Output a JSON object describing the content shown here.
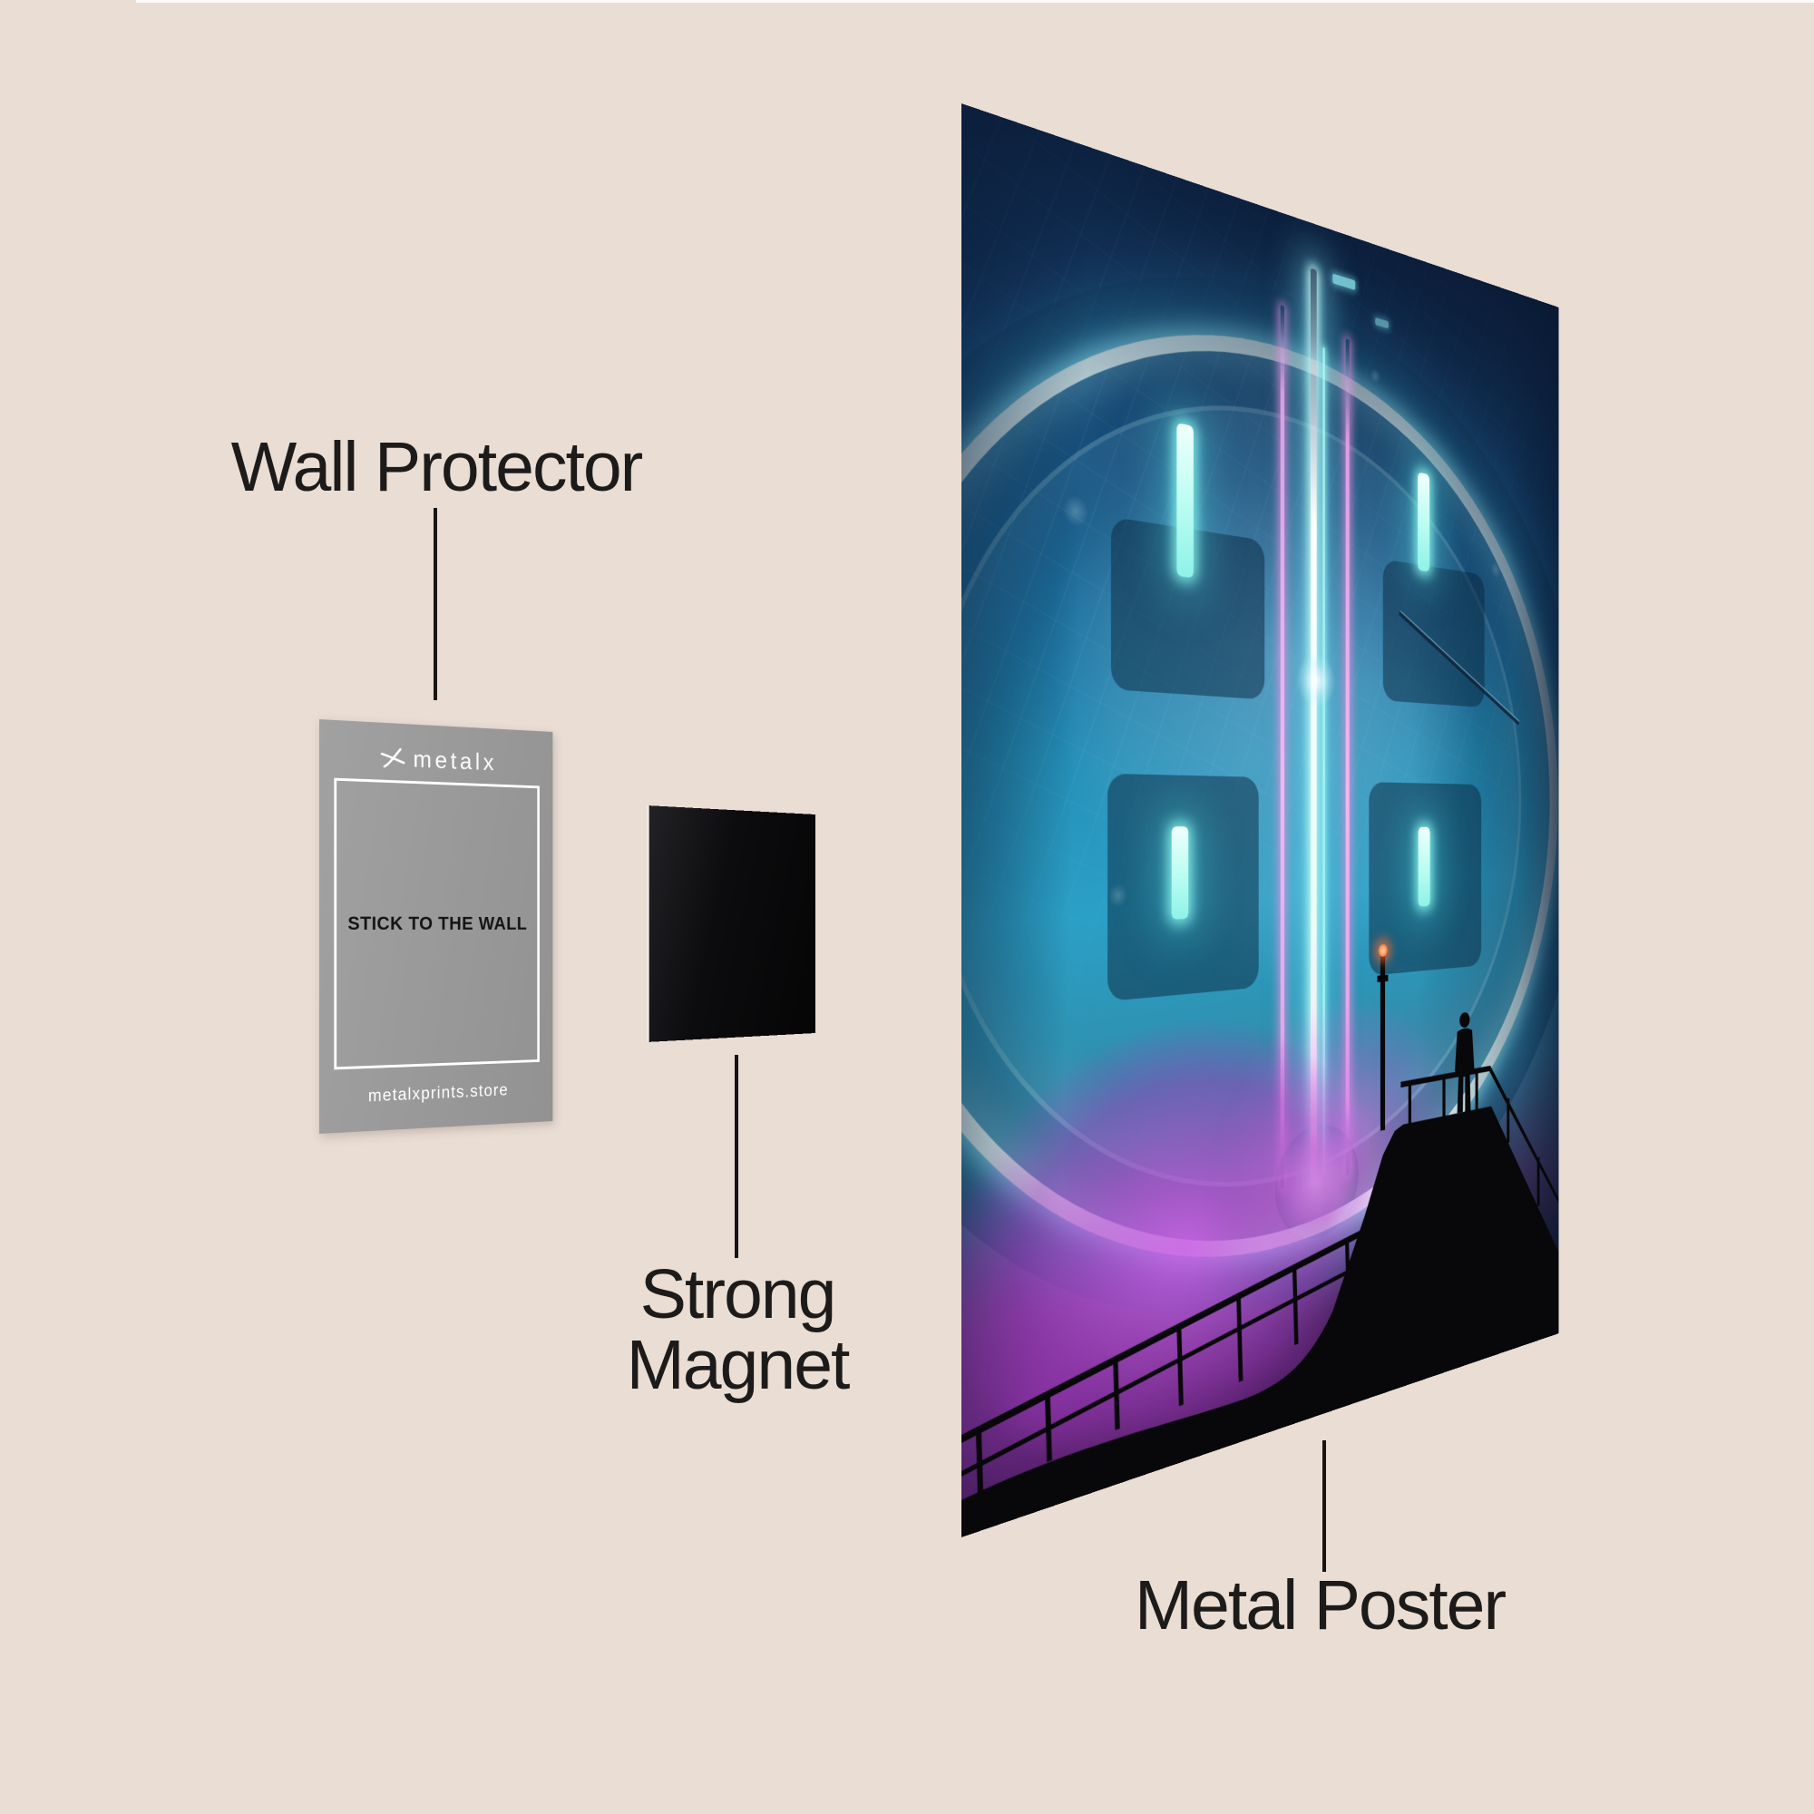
{
  "scene": {
    "background_color": "#e9ddd4",
    "label_color": "#1d1b1a"
  },
  "annotations": {
    "wall_protector": {
      "label": "Wall Protector"
    },
    "strong_magnet": {
      "label_line1": "Strong",
      "label_line2": "Magnet"
    },
    "metal_poster": {
      "label": "Metal Poster"
    }
  },
  "wall_protector_card": {
    "brand": "metalx",
    "brand_icon": "metalx-logo-icon",
    "instruction": "STICK TO THE WALL",
    "website": "metalxprints.store",
    "card_color": "#9a9a9a",
    "text_color_instruction": "#141414",
    "text_color_brand": "#ffffff"
  },
  "magnet": {
    "color": "#0a0a0b"
  },
  "poster": {
    "style": "cyberpunk reactor ring artwork with silhouetted figure",
    "deep_navy": "#122e55",
    "teal": "#2ba0c6",
    "neon_cyan": "#bdfdf3",
    "neon_pink": "#f8b6ec",
    "fog_purple": "#ca5ee4",
    "silhouette_black": "#08070a",
    "lamp_orange": "#ff8446"
  }
}
